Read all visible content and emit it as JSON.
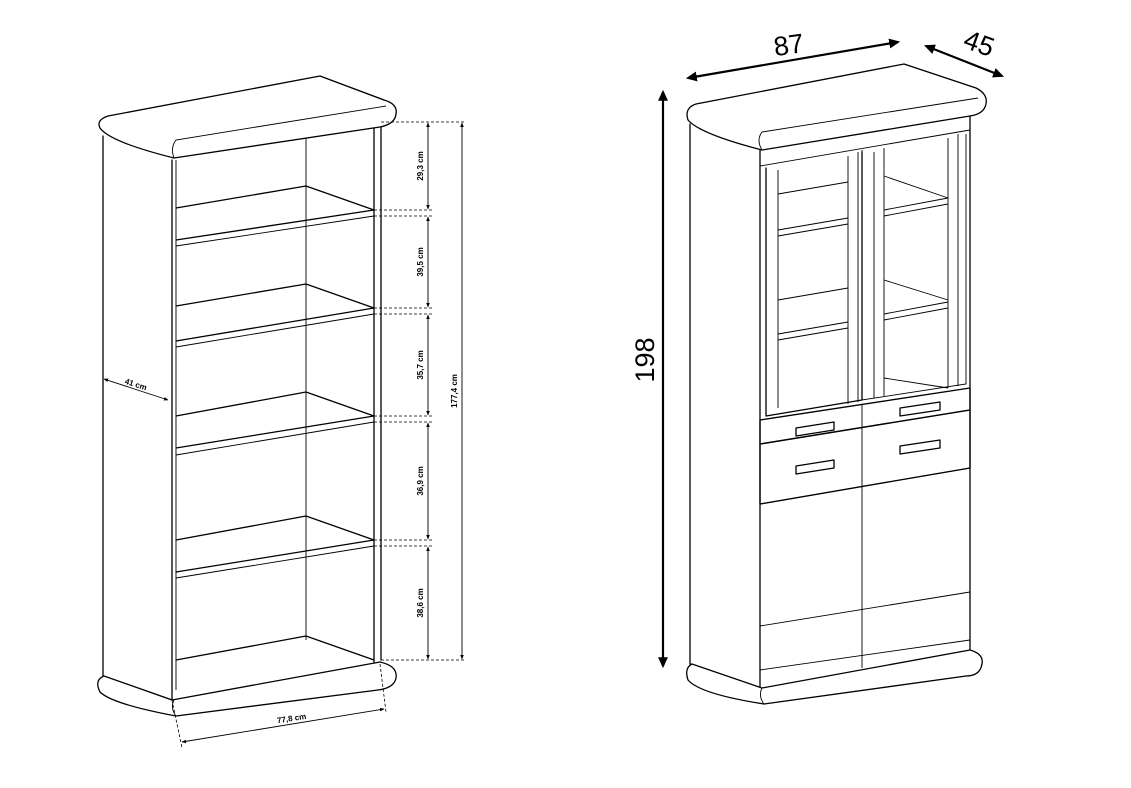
{
  "shelf_unit": {
    "depth_label": "41 cm",
    "width_label": "77,8 cm",
    "total_height_label": "177,4 cm",
    "compartment_labels": [
      "29,3 cm",
      "39,5 cm",
      "35,7 cm",
      "36,9 cm",
      "38,6 cm"
    ]
  },
  "display_cabinet": {
    "width_label": "87",
    "depth_label": "45",
    "height_label": "198"
  }
}
